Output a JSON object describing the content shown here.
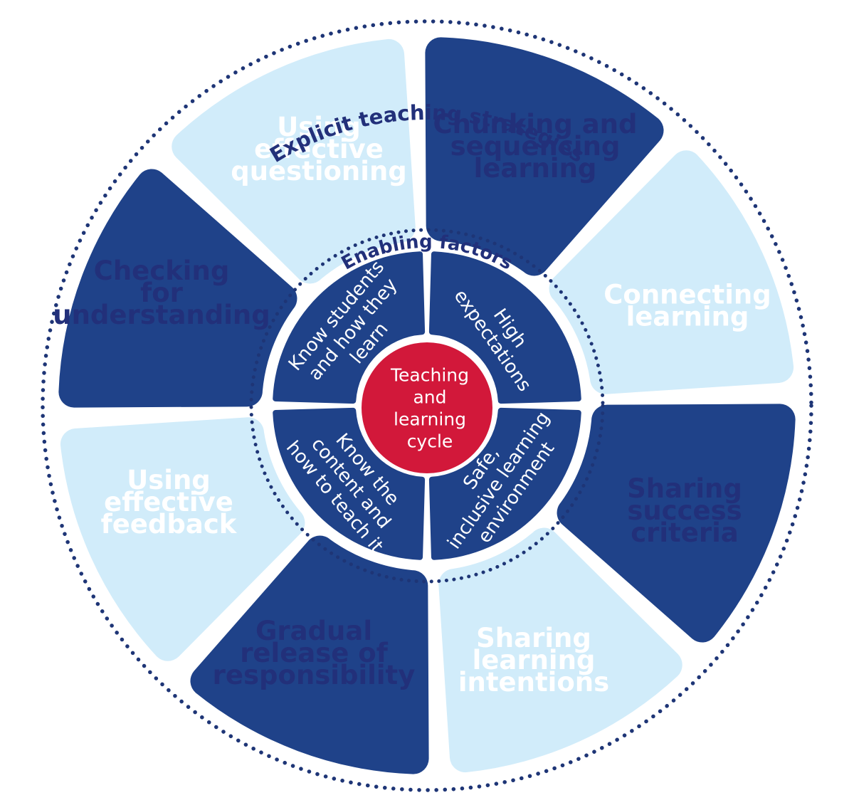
{
  "outer_ring": {
    "title": "Explicit teaching strategies",
    "segments": [
      {
        "lines": [
          "Using",
          "effective",
          "questioning"
        ],
        "tone": "dark"
      },
      {
        "lines": [
          "Chunking and",
          "sequencing",
          "learning"
        ],
        "tone": "light"
      },
      {
        "lines": [
          "Connecting",
          "learning"
        ],
        "tone": "dark"
      },
      {
        "lines": [
          "Sharing",
          "success",
          "criteria"
        ],
        "tone": "light"
      },
      {
        "lines": [
          "Sharing",
          "learning",
          "intentions"
        ],
        "tone": "dark"
      },
      {
        "lines": [
          "Gradual",
          "release of",
          "responsibility"
        ],
        "tone": "light"
      },
      {
        "lines": [
          "Using",
          "effective",
          "feedback"
        ],
        "tone": "dark"
      },
      {
        "lines": [
          "Checking",
          "for",
          "understanding"
        ],
        "tone": "light"
      }
    ]
  },
  "inner_ring": {
    "title": "Enabling factors",
    "segments": [
      {
        "lines": [
          "Know students",
          "and how they",
          "learn"
        ]
      },
      {
        "lines": [
          "High",
          "expectations"
        ]
      },
      {
        "lines": [
          "Safe,",
          "inclusive learning",
          "environment"
        ]
      },
      {
        "lines": [
          "Know the",
          "content and",
          "how to teach it"
        ]
      }
    ]
  },
  "center": {
    "lines": [
      "Teaching",
      "and",
      "learning",
      "cycle"
    ]
  },
  "colors": {
    "dark_blue": "#1f4289",
    "light_blue": "#d1ecfa",
    "title_navy": "#22307a",
    "dot_navy": "#1e3576",
    "center_red": "#d2183a",
    "white": "#ffffff"
  }
}
